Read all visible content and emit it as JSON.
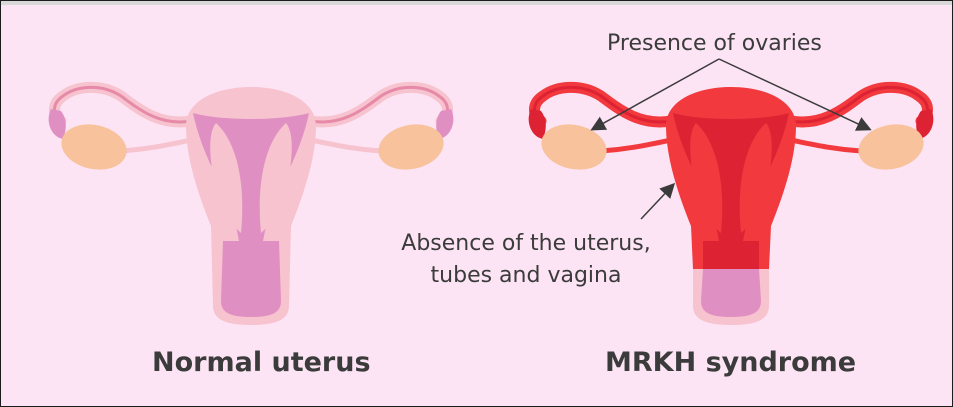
{
  "colors": {
    "background": "#fce4f4",
    "normal_outer": "#f6c3cf",
    "normal_inner": "#e08fc2",
    "normal_tube": "#e68aa8",
    "ovary": "#f8c29c",
    "mrkh_red": "#f2393e",
    "mrkh_dark_red": "#dd2333",
    "mrkh_vagina": "#e08fc2"
  },
  "captions": {
    "normal": "Normal uterus",
    "mrkh": "MRKH syndrome"
  },
  "annotations": {
    "ovaries": "Presence of ovaries",
    "absence_line1": "Absence of the uterus,",
    "absence_line2": "tubes and vagina"
  }
}
